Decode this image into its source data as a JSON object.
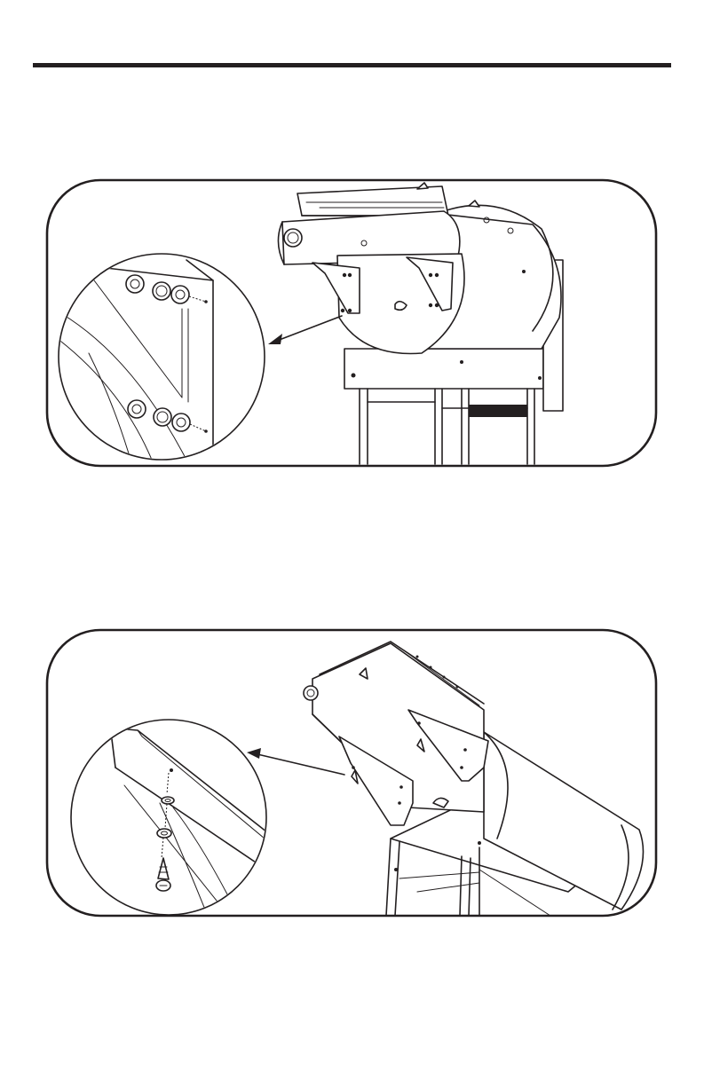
{
  "page": {
    "background": "#ffffff",
    "ink": "#231f20"
  },
  "figures": [
    {
      "id": "fig-1",
      "callout": "detail-circle",
      "subject": "grill-side-bracket-bolts"
    },
    {
      "id": "fig-2",
      "callout": "detail-circle",
      "subject": "grill-side-bracket-screw"
    }
  ]
}
